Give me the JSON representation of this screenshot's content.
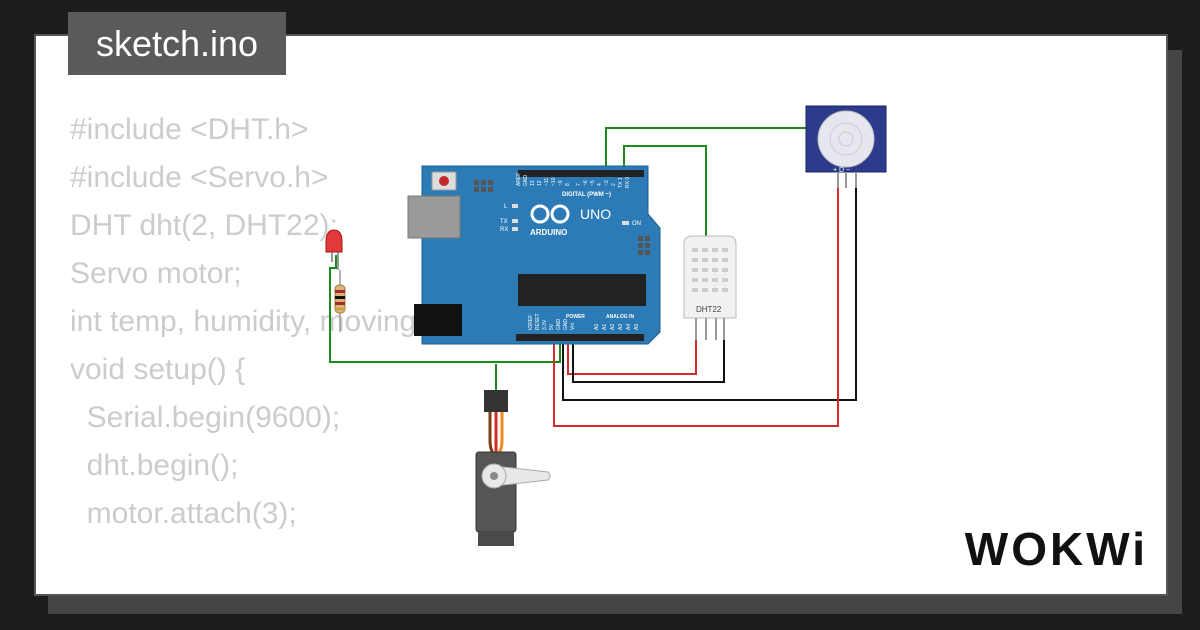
{
  "tab": {
    "title": "sketch.ino"
  },
  "code_lines": [
    "#include <DHT.h>",
    "#include <Servo.h>",
    "DHT dht(2, DHT22);",
    "Servo motor;",
    "",
    "int temp, humidity, moving;",
    "",
    "void setup() {",
    "  Serial.begin(9600);",
    "  dht.begin();",
    "  motor.attach(3);"
  ],
  "board": {
    "brand": "ARDUINO",
    "model": "UNO",
    "on_label": "ON",
    "digital_label": "DIGITAL (PWM ~)",
    "power_label": "POWER",
    "analog_label": "ANALOG IN",
    "aref_label": "AREF",
    "gnd_label": "GND",
    "d13": "13",
    "d12": "12",
    "d11": "~11",
    "d10": "~10",
    "d9": "~9",
    "d8": "8",
    "d7": "7",
    "d6": "~6",
    "d5": "~5",
    "d4": "4",
    "d3": "~3",
    "d2": "2",
    "tx1": "TX 1",
    "rx0": "RX 0",
    "l_label": "L",
    "tx_label": "TX",
    "rx_label": "RX",
    "ioref": "IOREF",
    "reset": "RESET",
    "v33": "3.3V",
    "v5": "5V",
    "gnd1": "GND",
    "gnd2": "GND",
    "vin": "Vin",
    "a0": "A0",
    "a1": "A1",
    "a2": "A2",
    "a3": "A3",
    "a4": "A4",
    "a5": "A5"
  },
  "sensor": {
    "label": "DHT22"
  },
  "pir": {
    "pin_labels": "+ D −"
  },
  "logo": {
    "text": "WOKWi"
  },
  "colors": {
    "board": "#2c7bb6",
    "wire_green": "#1a8a1a",
    "wire_red": "#d42a2a",
    "wire_black": "#111111"
  }
}
